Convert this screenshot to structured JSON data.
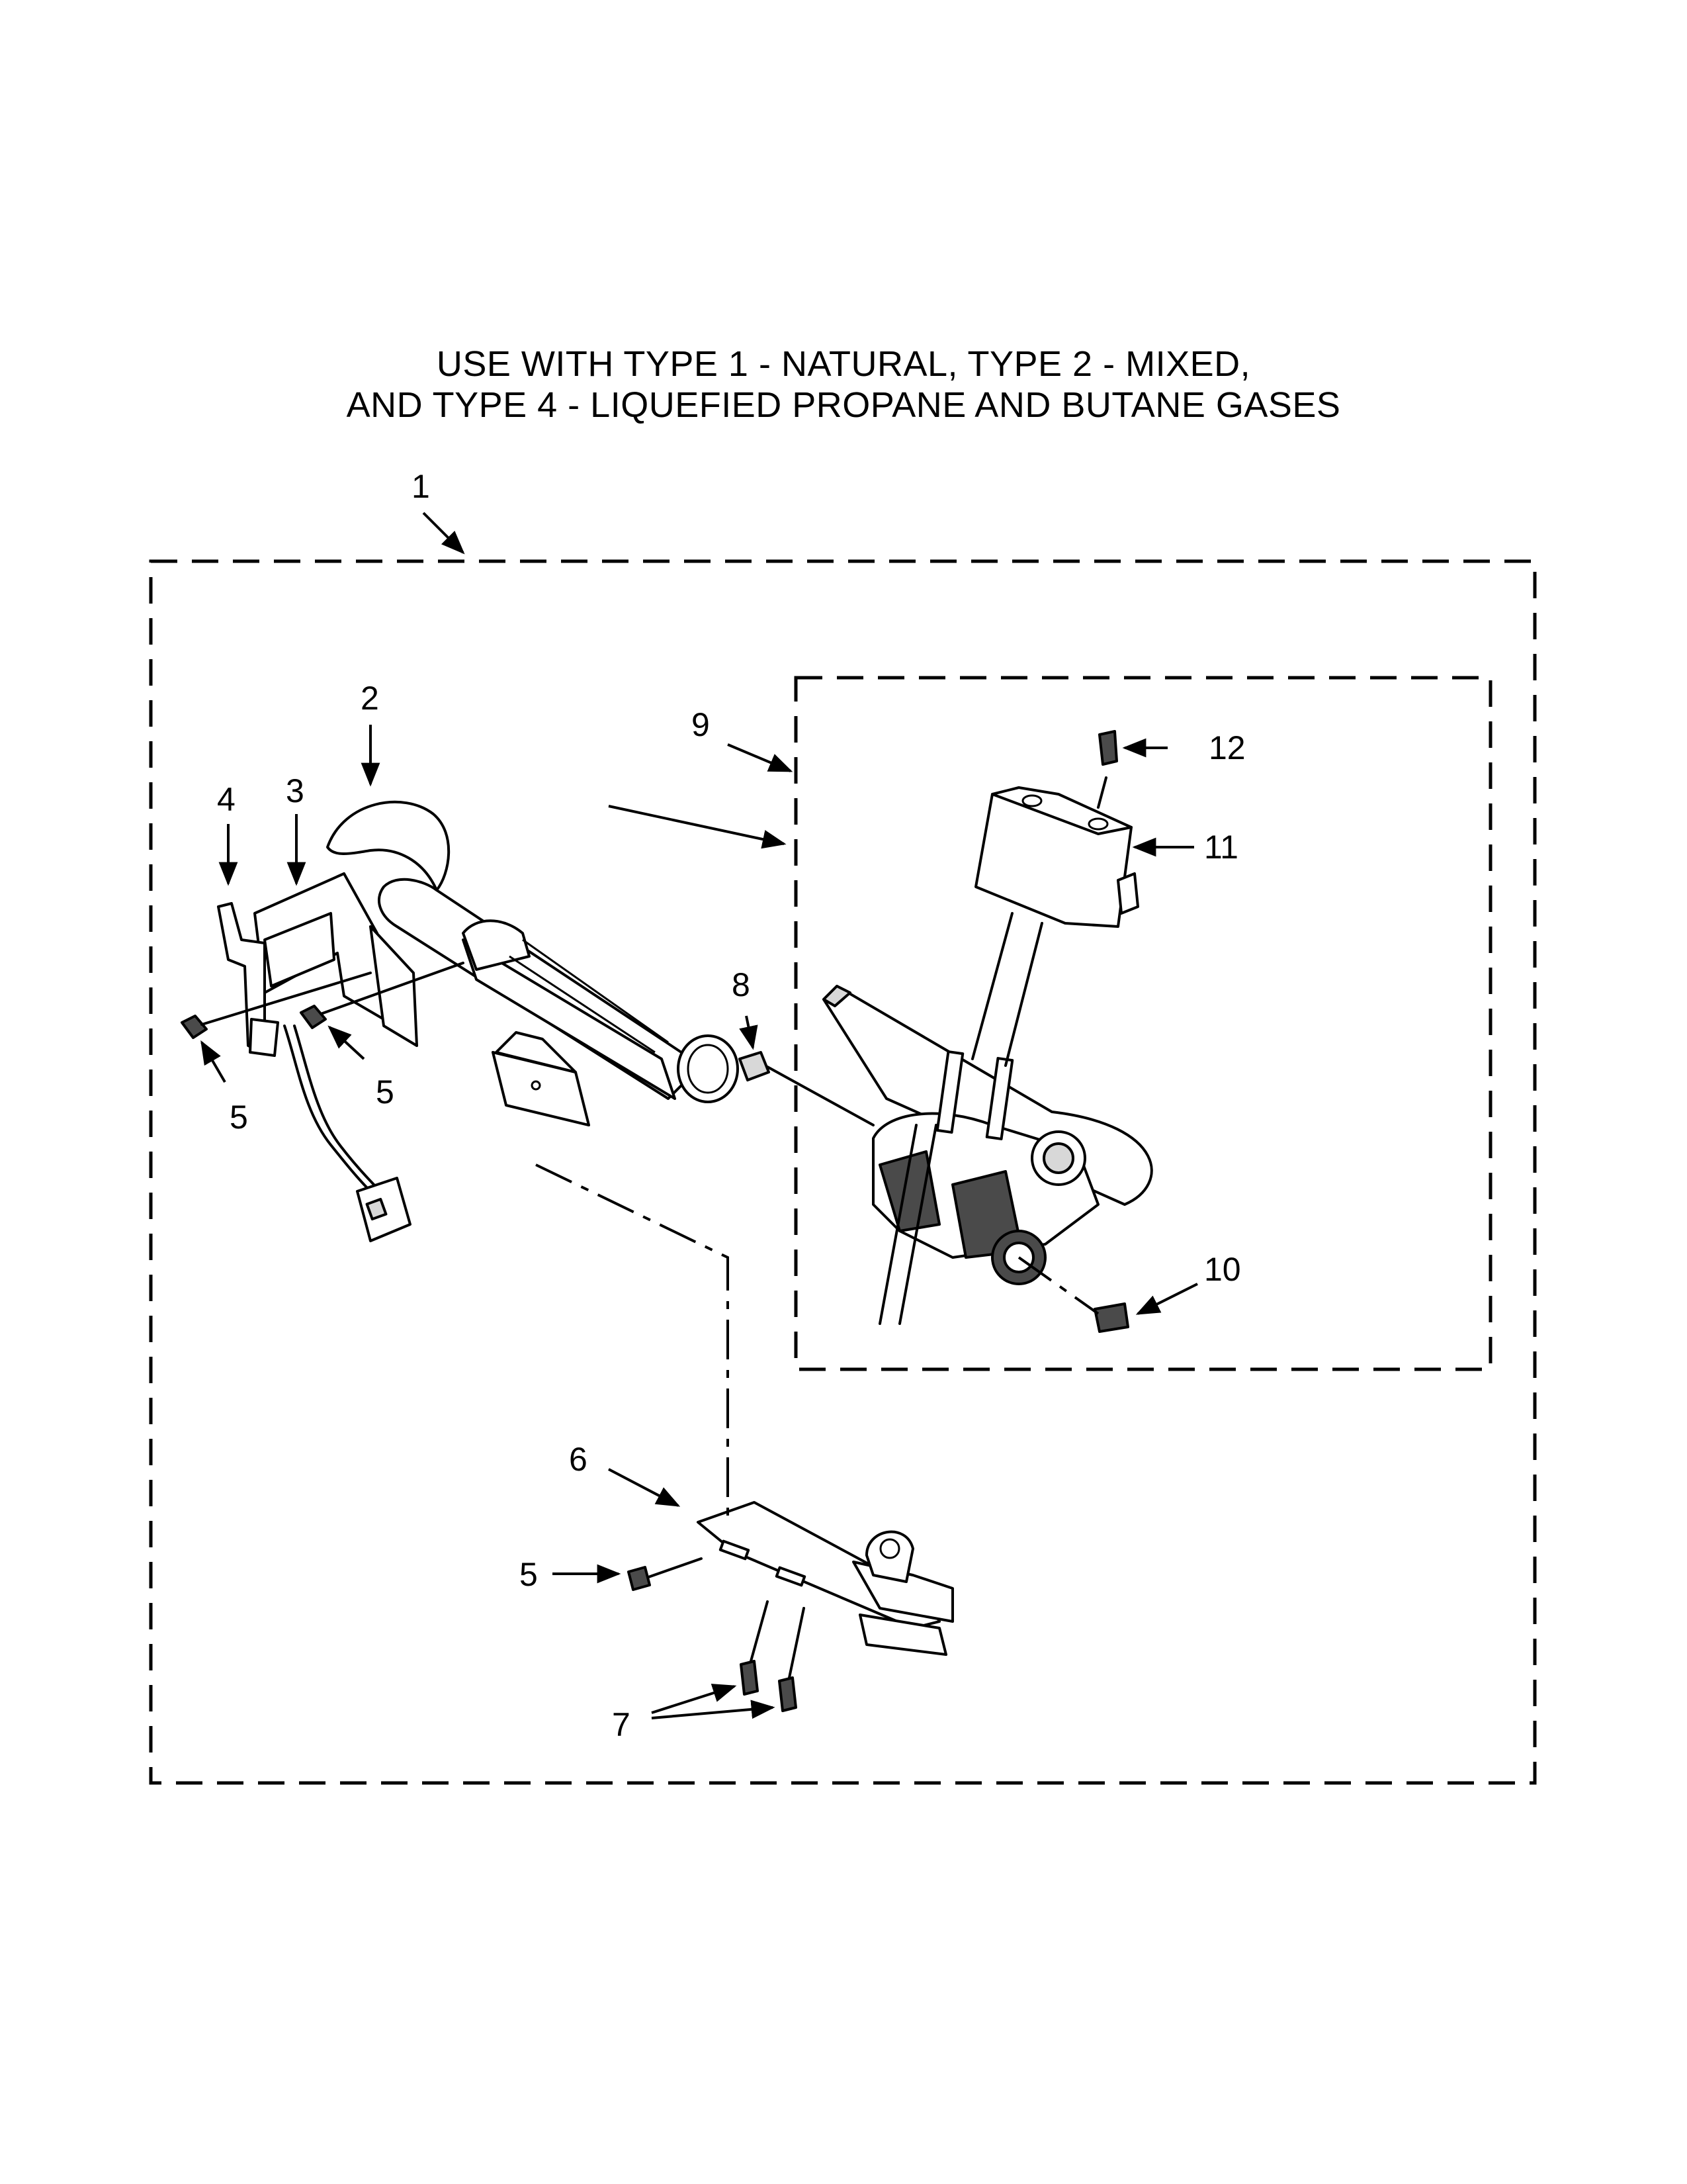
{
  "header": {
    "line1": "USE WITH TYPE 1 - NATURAL, TYPE 2 - MIXED,",
    "line2": "AND TYPE 4 - LIQUEFIED PROPANE AND BUTANE GASES"
  },
  "callouts": {
    "c1": "1",
    "c2": "2",
    "c3": "3",
    "c4": "4",
    "c5a": "5",
    "c5b": "5",
    "c5c": "5",
    "c6": "6",
    "c7": "7",
    "c8": "8",
    "c9": "9",
    "c10": "10",
    "c11": "11",
    "c12": "12"
  }
}
